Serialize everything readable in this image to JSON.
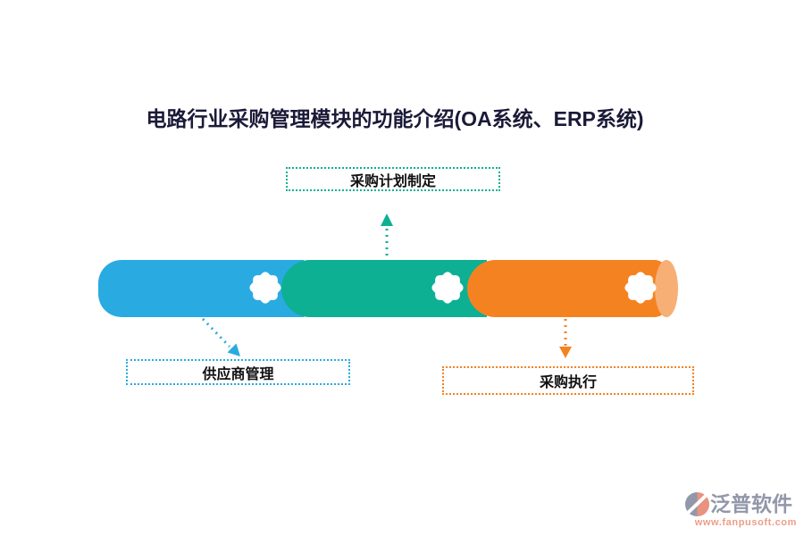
{
  "title": "电路行业采购管理模块的功能介绍(OA系统、ERP系统)",
  "nodes": {
    "plan": {
      "label": "采购计划制定",
      "color": "#0DB093"
    },
    "supplier": {
      "label": "供应商管理",
      "color": "#29ABE2"
    },
    "execute": {
      "label": "采购执行",
      "color": "#F58220"
    }
  },
  "bar": {
    "segments": [
      {
        "name": "supplier",
        "color": "#29ABE2"
      },
      {
        "name": "plan",
        "color": "#0DB093"
      },
      {
        "name": "execute",
        "color": "#F58220"
      }
    ],
    "end_cap_color": "#F7AF76",
    "star_icon": "eight-point-star",
    "star_color": "#ffffff"
  },
  "watermark": {
    "name": "泛普软件",
    "url": "www.fanpusoft.com",
    "icon_colors": {
      "left": "#9297a9",
      "right": "#e8937e"
    }
  },
  "colors": {
    "title": "#1a1a38",
    "background": "#ffffff"
  }
}
